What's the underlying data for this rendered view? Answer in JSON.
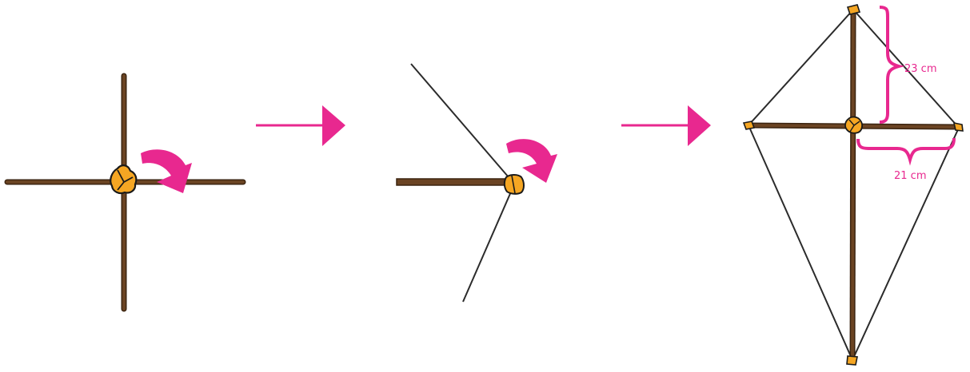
{
  "colors": {
    "stick": "#6b4423",
    "stick_outline": "#3b2410",
    "knot": "#f5a623",
    "knot_outline": "#1a1a1a",
    "arrow": "#e8288f",
    "string": "#2b2b2b",
    "measure": "#e8288f"
  },
  "steps": [
    {
      "name": "tie-crossed-sticks",
      "icons": [
        "knot-icon",
        "curved-arrow-icon"
      ]
    },
    {
      "name": "loop-string-around-stick-end",
      "icons": [
        "knot-icon",
        "curved-arrow-icon"
      ]
    },
    {
      "name": "finished-kite-frame",
      "icons": [
        "knot-icon"
      ]
    }
  ],
  "measurements": {
    "top_length": "23 cm",
    "side_length": "21 cm"
  }
}
